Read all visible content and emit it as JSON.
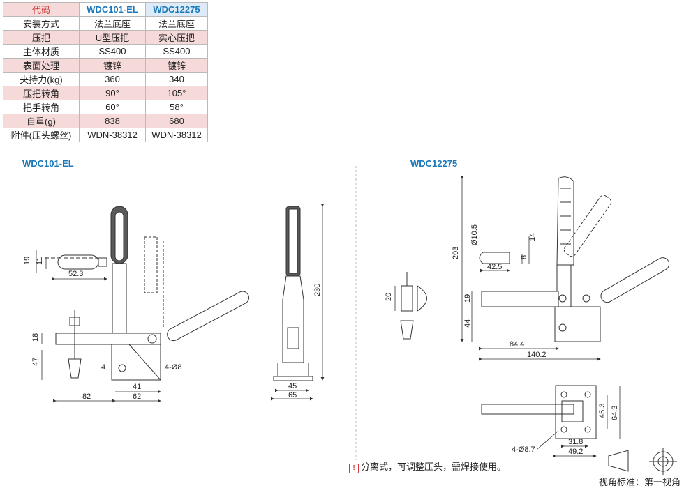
{
  "spec_table": {
    "headers": [
      "代码",
      "WDC101-EL",
      "WDC12275"
    ],
    "rows": [
      {
        "label": "安装方式",
        "a": "法兰底座",
        "b": "法兰底座",
        "pink": false
      },
      {
        "label": "压把",
        "a": "U型压把",
        "b": "实心压把",
        "pink": true
      },
      {
        "label": "主体材质",
        "a": "SS400",
        "b": "SS400",
        "pink": false
      },
      {
        "label": "表面处理",
        "a": "镀锌",
        "b": "镀锌",
        "pink": true
      },
      {
        "label": "夹持力(kg)",
        "a": "360",
        "b": "340",
        "pink": false
      },
      {
        "label": "压把转角",
        "a": "90°",
        "b": "105°",
        "pink": true
      },
      {
        "label": "把手转角",
        "a": "60°",
        "b": "58°",
        "pink": false
      },
      {
        "label": "自重(g)",
        "a": "838",
        "b": "680",
        "pink": true
      },
      {
        "label": "附件(压头螺丝)",
        "a": "WDN-38312",
        "b": "WDN-38312",
        "pink": false
      }
    ]
  },
  "left_model": "WDC101-EL",
  "right_model": "WDC12275",
  "left_dims": {
    "d19": "19",
    "d11": "11",
    "d52_3": "52.3",
    "d18": "18",
    "d47": "47",
    "d4": "4",
    "hole": "4-Ø8",
    "d41": "41",
    "d62": "62",
    "d82": "82",
    "d230": "230",
    "d45": "45",
    "d65": "65"
  },
  "right_dims": {
    "d20": "20",
    "d10_5": "Ø10.5",
    "d14": "14",
    "d8": "8",
    "d42_5": "42.5",
    "d203": "203",
    "d19": "19",
    "d44": "44",
    "d84_4": "84.4",
    "d140_2": "140.2",
    "d45_3": "45.3",
    "d64_3": "64.3",
    "hole": "4-Ø8.7",
    "d31_8": "31.8",
    "d49_2": "49.2"
  },
  "note": "分离式，可调整压头，需焊接使用。",
  "note_mark": "!",
  "view_label": "视角标准：第一视角",
  "colors": {
    "accent": "#1b78b8",
    "warn": "#d23a3a",
    "pink": "#f6dada",
    "blue_cell": "#dcebf7"
  }
}
